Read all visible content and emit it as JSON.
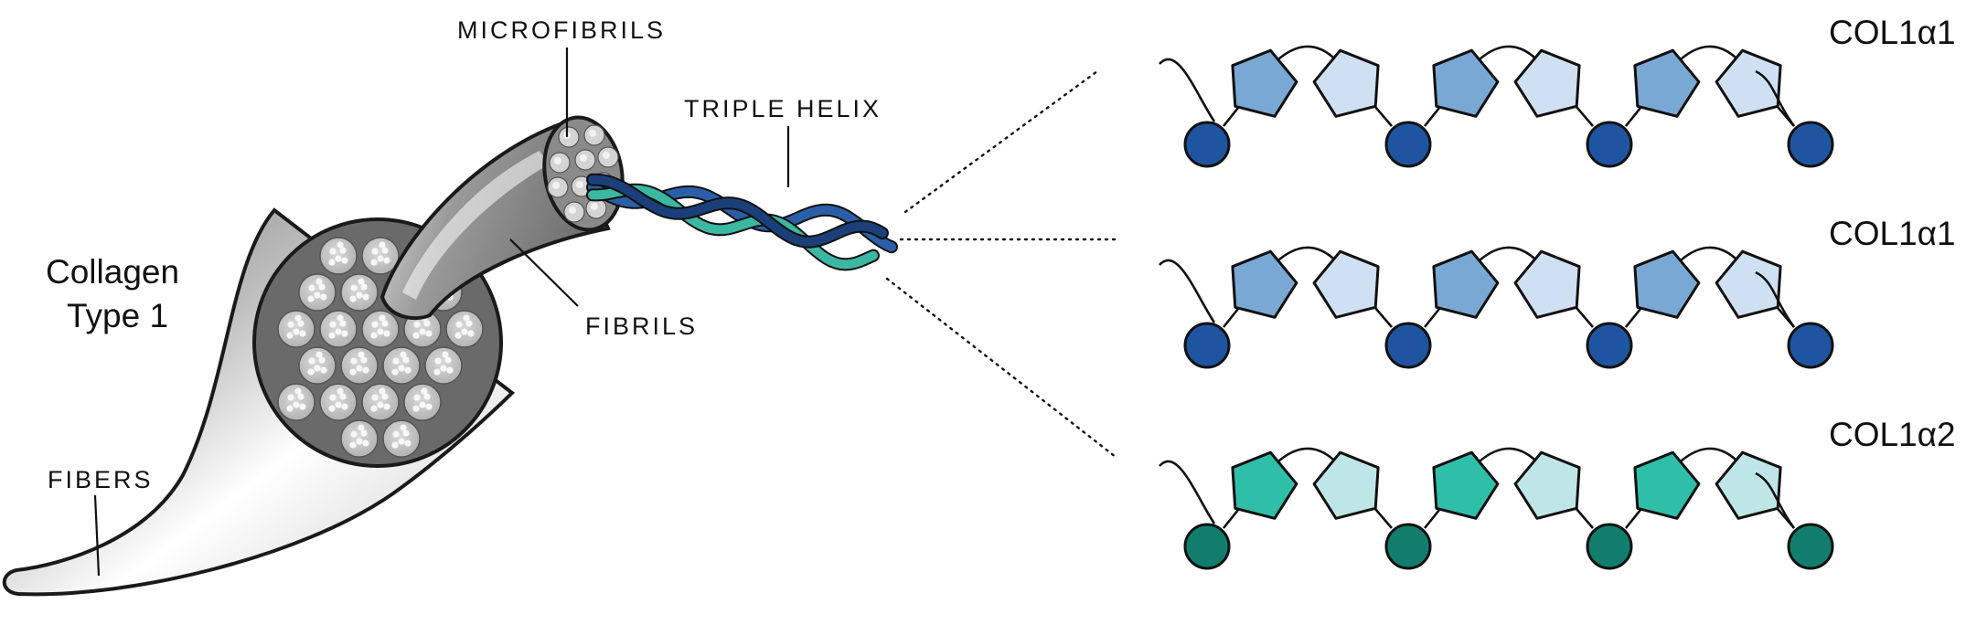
{
  "labels": {
    "title_line1": "Collagen",
    "title_line2": "Type 1",
    "microfibrils": "MICROFIBRILS",
    "triple_helix": "TRIPLE HELIX",
    "fibrils": "FIBRILS",
    "fibers": "FIBERS"
  },
  "chains": [
    {
      "name": "COL1α1",
      "dark": "#7aa8d4",
      "light": "#cfe0f2",
      "bead": "#1e54a0"
    },
    {
      "name": "COL1α1",
      "dark": "#7aa8d4",
      "light": "#cfe0f2",
      "bead": "#1e54a0"
    },
    {
      "name": "COL1α2",
      "dark": "#2fbfa9",
      "light": "#bfe6e6",
      "bead": "#117e6d"
    }
  ],
  "colors": {
    "helix_blue": "#2a5fa8",
    "helix_navy": "#1b3f78",
    "helix_teal": "#3bb7a2",
    "fiber_gray": "#8e8e8e"
  }
}
